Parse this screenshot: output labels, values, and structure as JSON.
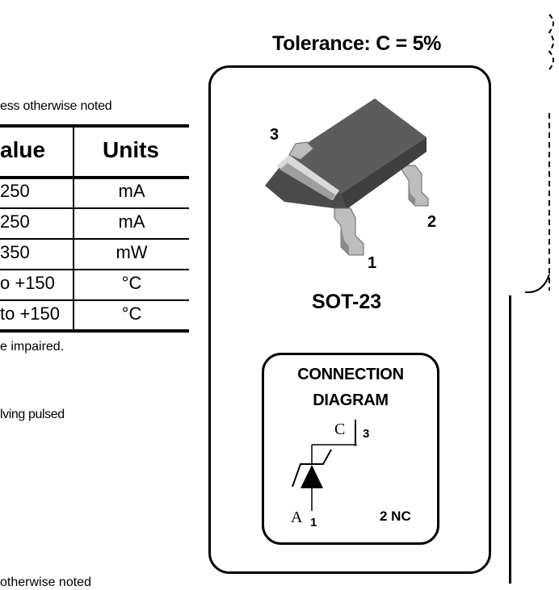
{
  "left": {
    "note_top": "ess otherwise noted",
    "table": {
      "headers": {
        "value": "alue",
        "units": "Units"
      },
      "rows": [
        {
          "value": "250",
          "unit": "mA"
        },
        {
          "value": "250",
          "unit": "mA"
        },
        {
          "value": "350",
          "unit": "mW"
        },
        {
          "value": "o +150",
          "unit": "°C"
        },
        {
          "value": "to +150",
          "unit": "°C"
        }
      ]
    },
    "note_mid": "e impaired.",
    "note_low": "lving pulsed",
    "note_bottom": "otherwise noted"
  },
  "right": {
    "tolerance": "Tolerance: C = 5%",
    "package": {
      "pin3": "3",
      "pin2": "2",
      "pin1": "1",
      "name": "SOT-23"
    },
    "connection": {
      "title_line1": "CONNECTION",
      "title_line2": "DIAGRAM",
      "c_label": "C",
      "pin3": "3",
      "a_label": "A",
      "pin1": "1",
      "nc_label": "2 NC"
    }
  },
  "colors": {
    "body_dark": "#474747",
    "body_top": "#5a5a5a",
    "lead_gray": "#bdbdbd",
    "stripe": "#d9d9d9"
  }
}
